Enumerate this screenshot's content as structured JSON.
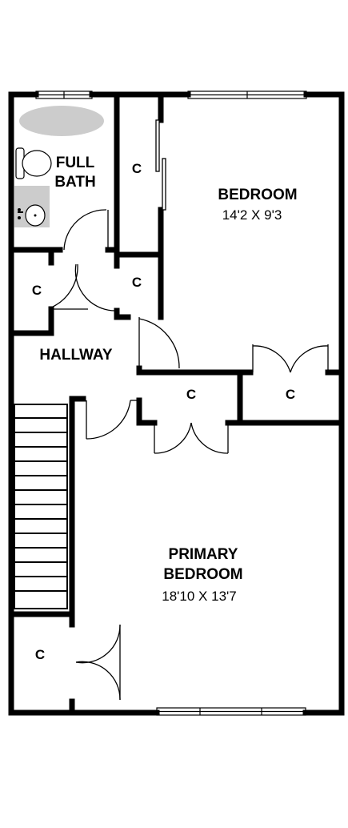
{
  "rooms": {
    "full_bath": {
      "line1": "FULL",
      "line2": "BATH"
    },
    "bedroom": {
      "name": "BEDROOM",
      "dims": "14'2 X 9'3"
    },
    "hallway": {
      "name": "HALLWAY"
    },
    "primary_bedroom": {
      "line1": "PRIMARY",
      "line2": "BEDROOM",
      "dims": "18'10 X 13'7"
    },
    "closet_label": "C"
  },
  "colors": {
    "wall": "#000000",
    "fixture": "#cccccc",
    "background": "#ffffff"
  }
}
